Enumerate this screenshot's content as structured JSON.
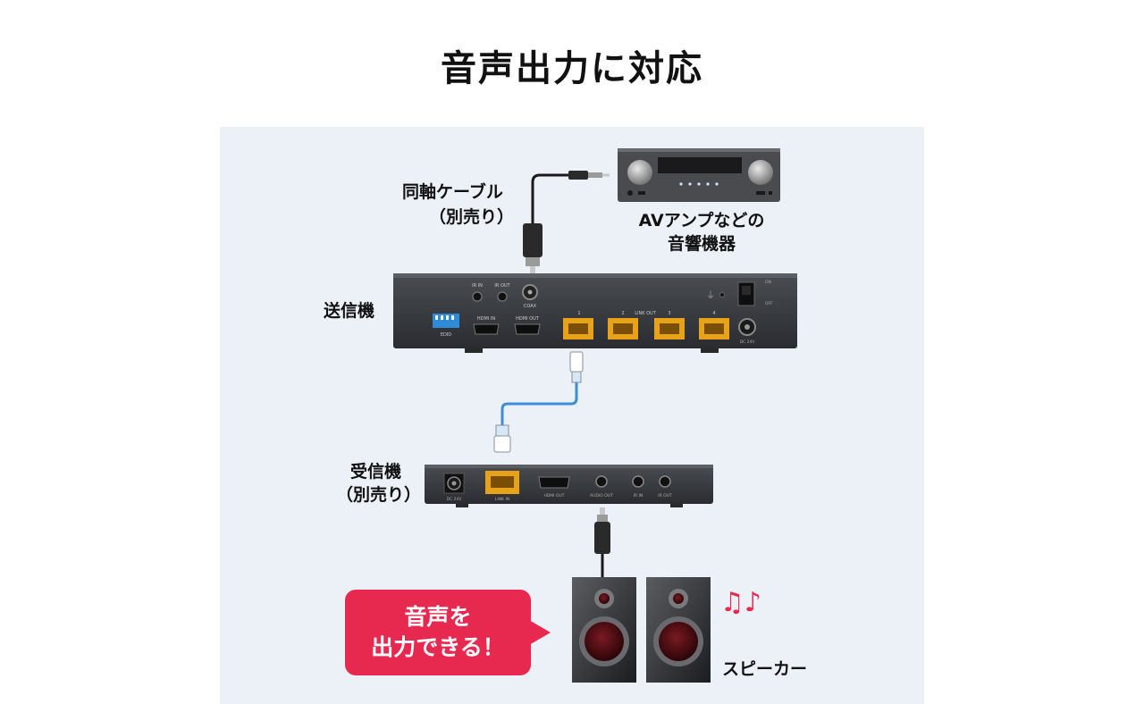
{
  "title": "音声出力に対応",
  "labels": {
    "cable": "同軸ケーブル",
    "cable_note": "（別売り）",
    "amp_line1": "AVアンプなどの",
    "amp_line2": "音響機器",
    "transmitter": "送信機",
    "receiver": "受信機",
    "receiver_note": "（別売り）",
    "speaker": "スピーカー"
  },
  "callout": {
    "line1": "音声を",
    "line2": "出力できる！"
  },
  "transmitter_ports": {
    "ir_in": "IR IN",
    "ir_out": "IR OUT",
    "coax": "COAX",
    "edid": "EDID",
    "hdmi_in": "HDMI IN",
    "hdmi_out": "HDMI OUT",
    "link_out": "LINK OUT",
    "link_1": "1",
    "link_2": "2",
    "link_3": "3",
    "link_4": "4",
    "on": "ON",
    "off": "OFF",
    "dc": "DC 24V"
  },
  "receiver_ports": {
    "dc": "DC 24V",
    "link_in": "LINK IN",
    "hdmi_out": "HDMI OUT",
    "audio_out": "AUDIO OUT",
    "ir_in": "IR IN",
    "ir_out": "IR OUT"
  },
  "colors": {
    "callout": "#e8294f",
    "panel": "#ecf1f7",
    "lan_cable": "#3a8fd8",
    "rj45": "#e8a21a",
    "music_note": "#e8294f"
  }
}
